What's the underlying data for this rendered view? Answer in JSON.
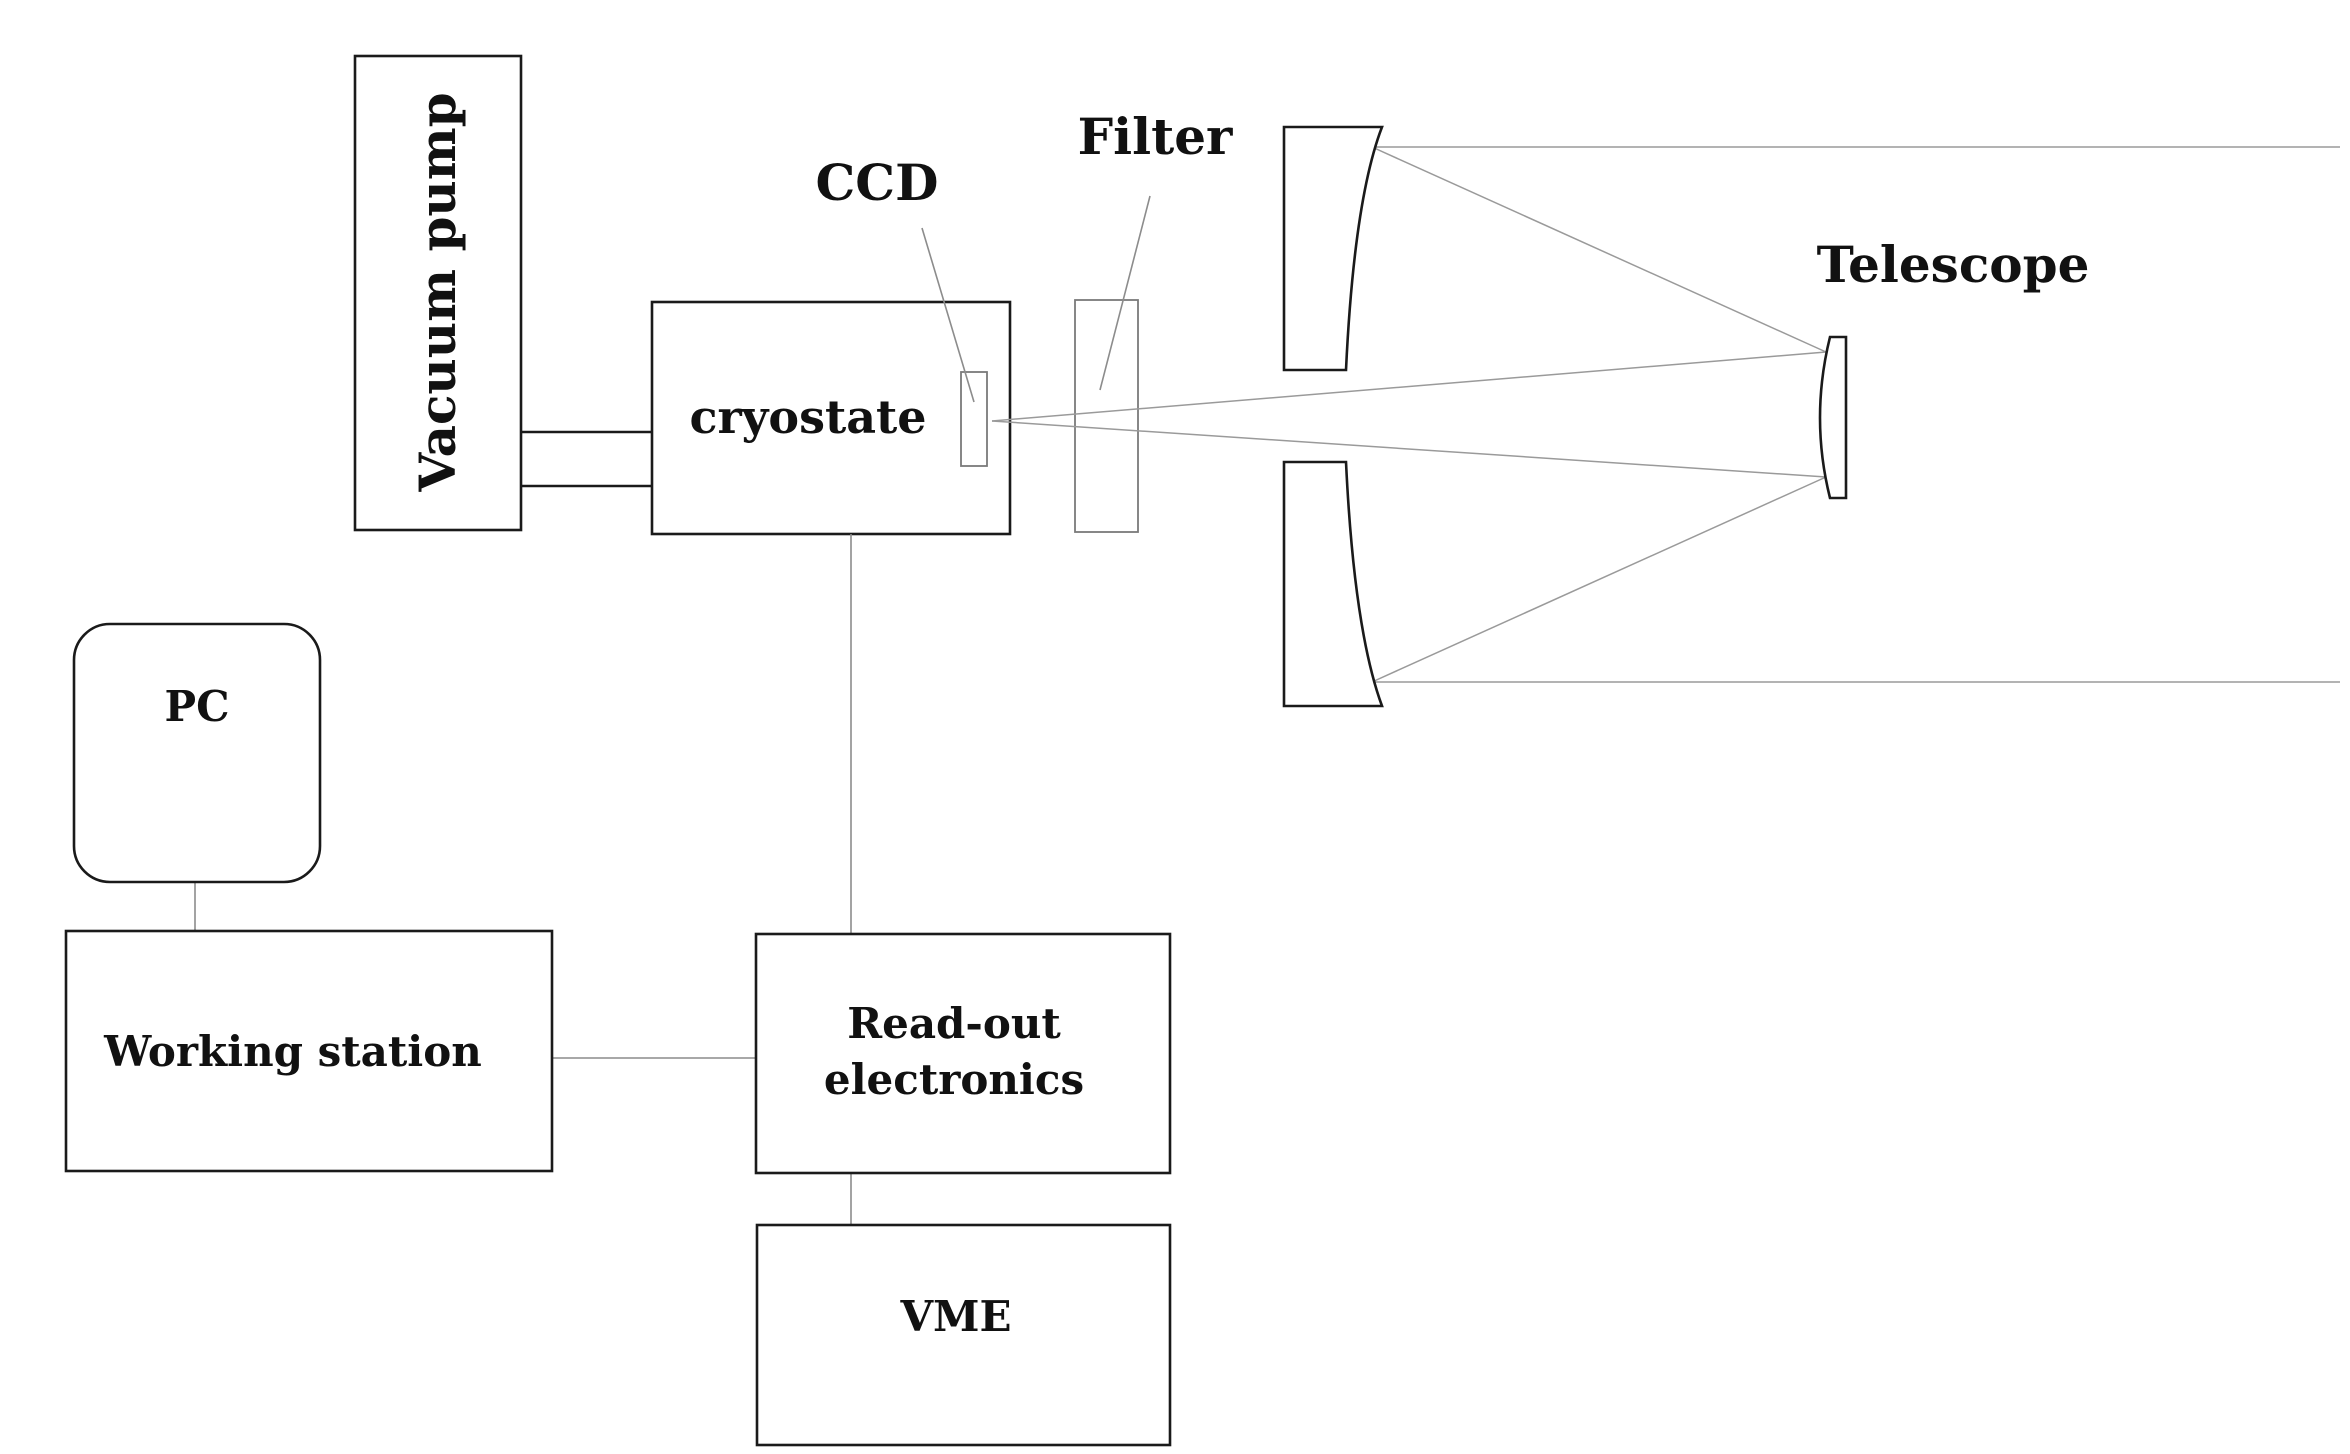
{
  "diagram": {
    "labels": {
      "vacuum_pump": "Vacuum pump",
      "cryostate": "cryostate",
      "ccd": "CCD",
      "filter": "Filter",
      "telescope": "Telescope",
      "pc": "PC",
      "working_station": "Working station",
      "readout_line1": "Read-out",
      "readout_line2": "electronics",
      "vme": "VME"
    }
  }
}
